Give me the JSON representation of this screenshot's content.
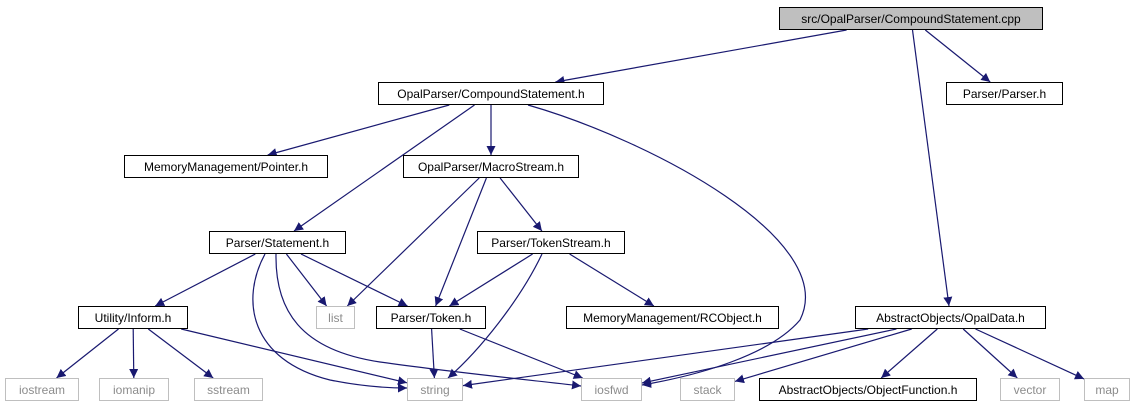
{
  "colors": {
    "edge": "#191970",
    "external_border": "#bfbfbf",
    "root_fill": "#bfbfbf"
  },
  "nodes": [
    {
      "id": "root",
      "label": "src/OpalParser/CompoundStatement.cpp",
      "kind": "root"
    },
    {
      "id": "cs",
      "label": "OpalParser/CompoundStatement.h",
      "kind": "header"
    },
    {
      "id": "parser",
      "label": "Parser/Parser.h",
      "kind": "header"
    },
    {
      "id": "ptr",
      "label": "MemoryManagement/Pointer.h",
      "kind": "header"
    },
    {
      "id": "macro",
      "label": "OpalParser/MacroStream.h",
      "kind": "header"
    },
    {
      "id": "stmt",
      "label": "Parser/Statement.h",
      "kind": "header"
    },
    {
      "id": "tstream",
      "label": "Parser/TokenStream.h",
      "kind": "header"
    },
    {
      "id": "inform",
      "label": "Utility/Inform.h",
      "kind": "header"
    },
    {
      "id": "list",
      "label": "list",
      "kind": "external"
    },
    {
      "id": "token",
      "label": "Parser/Token.h",
      "kind": "header"
    },
    {
      "id": "rcobj",
      "label": "MemoryManagement/RCObject.h",
      "kind": "header"
    },
    {
      "id": "opaldata",
      "label": "AbstractObjects/OpalData.h",
      "kind": "header"
    },
    {
      "id": "iostream",
      "label": "iostream",
      "kind": "external"
    },
    {
      "id": "iomanip",
      "label": "iomanip",
      "kind": "external"
    },
    {
      "id": "sstream",
      "label": "sstream",
      "kind": "external"
    },
    {
      "id": "string",
      "label": "string",
      "kind": "external"
    },
    {
      "id": "iosfwd",
      "label": "iosfwd",
      "kind": "external"
    },
    {
      "id": "stack",
      "label": "stack",
      "kind": "external"
    },
    {
      "id": "objfunc",
      "label": "AbstractObjects/ObjectFunction.h",
      "kind": "header"
    },
    {
      "id": "vector",
      "label": "vector",
      "kind": "external"
    },
    {
      "id": "map",
      "label": "map",
      "kind": "external"
    }
  ],
  "edges": [
    {
      "from": "root",
      "to": "cs"
    },
    {
      "from": "root",
      "to": "parser"
    },
    {
      "from": "root",
      "to": "opaldata"
    },
    {
      "from": "cs",
      "to": "ptr"
    },
    {
      "from": "cs",
      "to": "macro"
    },
    {
      "from": "cs",
      "to": "stmt"
    },
    {
      "from": "cs",
      "to": "iosfwd"
    },
    {
      "from": "macro",
      "to": "list"
    },
    {
      "from": "macro",
      "to": "token"
    },
    {
      "from": "macro",
      "to": "tstream"
    },
    {
      "from": "stmt",
      "to": "inform"
    },
    {
      "from": "stmt",
      "to": "list"
    },
    {
      "from": "stmt",
      "to": "token"
    },
    {
      "from": "stmt",
      "to": "string"
    },
    {
      "from": "stmt",
      "to": "iosfwd"
    },
    {
      "from": "tstream",
      "to": "token"
    },
    {
      "from": "tstream",
      "to": "rcobj"
    },
    {
      "from": "tstream",
      "to": "string"
    },
    {
      "from": "inform",
      "to": "iostream"
    },
    {
      "from": "inform",
      "to": "iomanip"
    },
    {
      "from": "inform",
      "to": "sstream"
    },
    {
      "from": "inform",
      "to": "string"
    },
    {
      "from": "token",
      "to": "string"
    },
    {
      "from": "token",
      "to": "iosfwd"
    },
    {
      "from": "opaldata",
      "to": "string"
    },
    {
      "from": "opaldata",
      "to": "iosfwd"
    },
    {
      "from": "opaldata",
      "to": "stack"
    },
    {
      "from": "opaldata",
      "to": "objfunc"
    },
    {
      "from": "opaldata",
      "to": "vector"
    },
    {
      "from": "opaldata",
      "to": "map"
    }
  ]
}
